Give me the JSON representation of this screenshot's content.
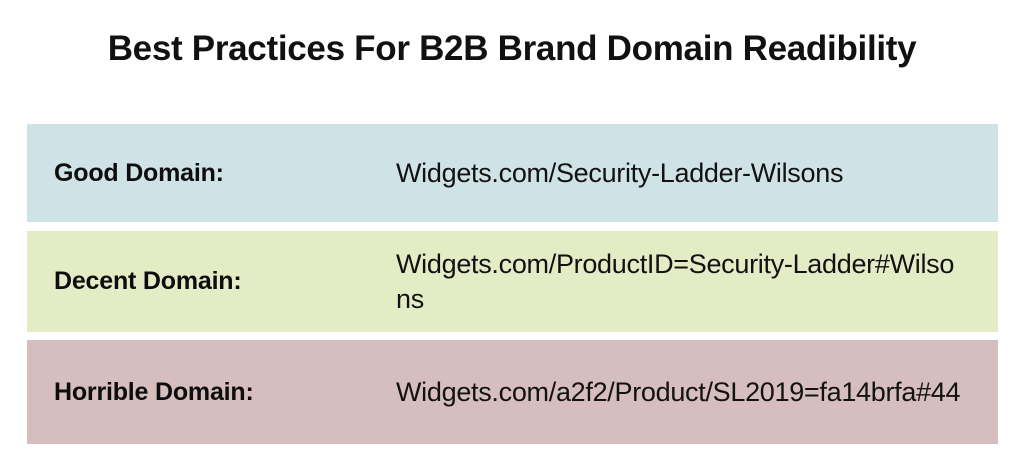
{
  "title": "Best Practices For B2B Brand Domain Readibility",
  "rows": [
    {
      "label": "Good Domain:",
      "value": "Widgets.com/Security-Ladder-Wilsons",
      "background": "#cfe3e6"
    },
    {
      "label": "Decent Domain:",
      "value": "Widgets.com/ProductID=Security-Ladder#Wilsons",
      "background": "#e4ecc6"
    },
    {
      "label": "Horrible Domain:",
      "value": "Widgets.com/a2f2/Product/SL2019=fa14brfa#44",
      "background": "#d6bdbe"
    }
  ],
  "colors": {
    "page_background": "#ffffff",
    "text": "#111111",
    "good_row": "#cfe3e6",
    "decent_row": "#e4ecc6",
    "horrible_row": "#d6bdbe"
  }
}
